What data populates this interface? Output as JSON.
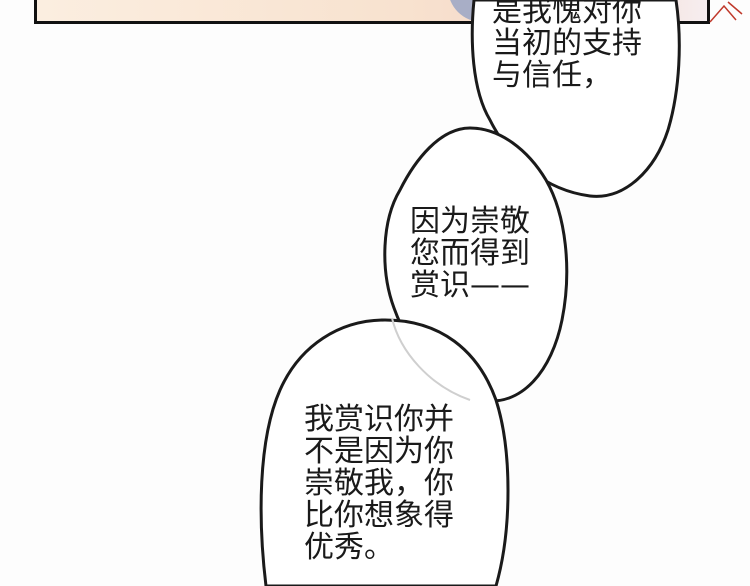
{
  "bubbles": [
    {
      "text": "是我愧对你\n当初的支持\n与信任，"
    },
    {
      "text": "因为崇敬\n您而得到\n赏识——"
    },
    {
      "text": "我赏识你并\n不是因为你\n崇敬我，你\n比你想象得\n优秀。"
    }
  ]
}
